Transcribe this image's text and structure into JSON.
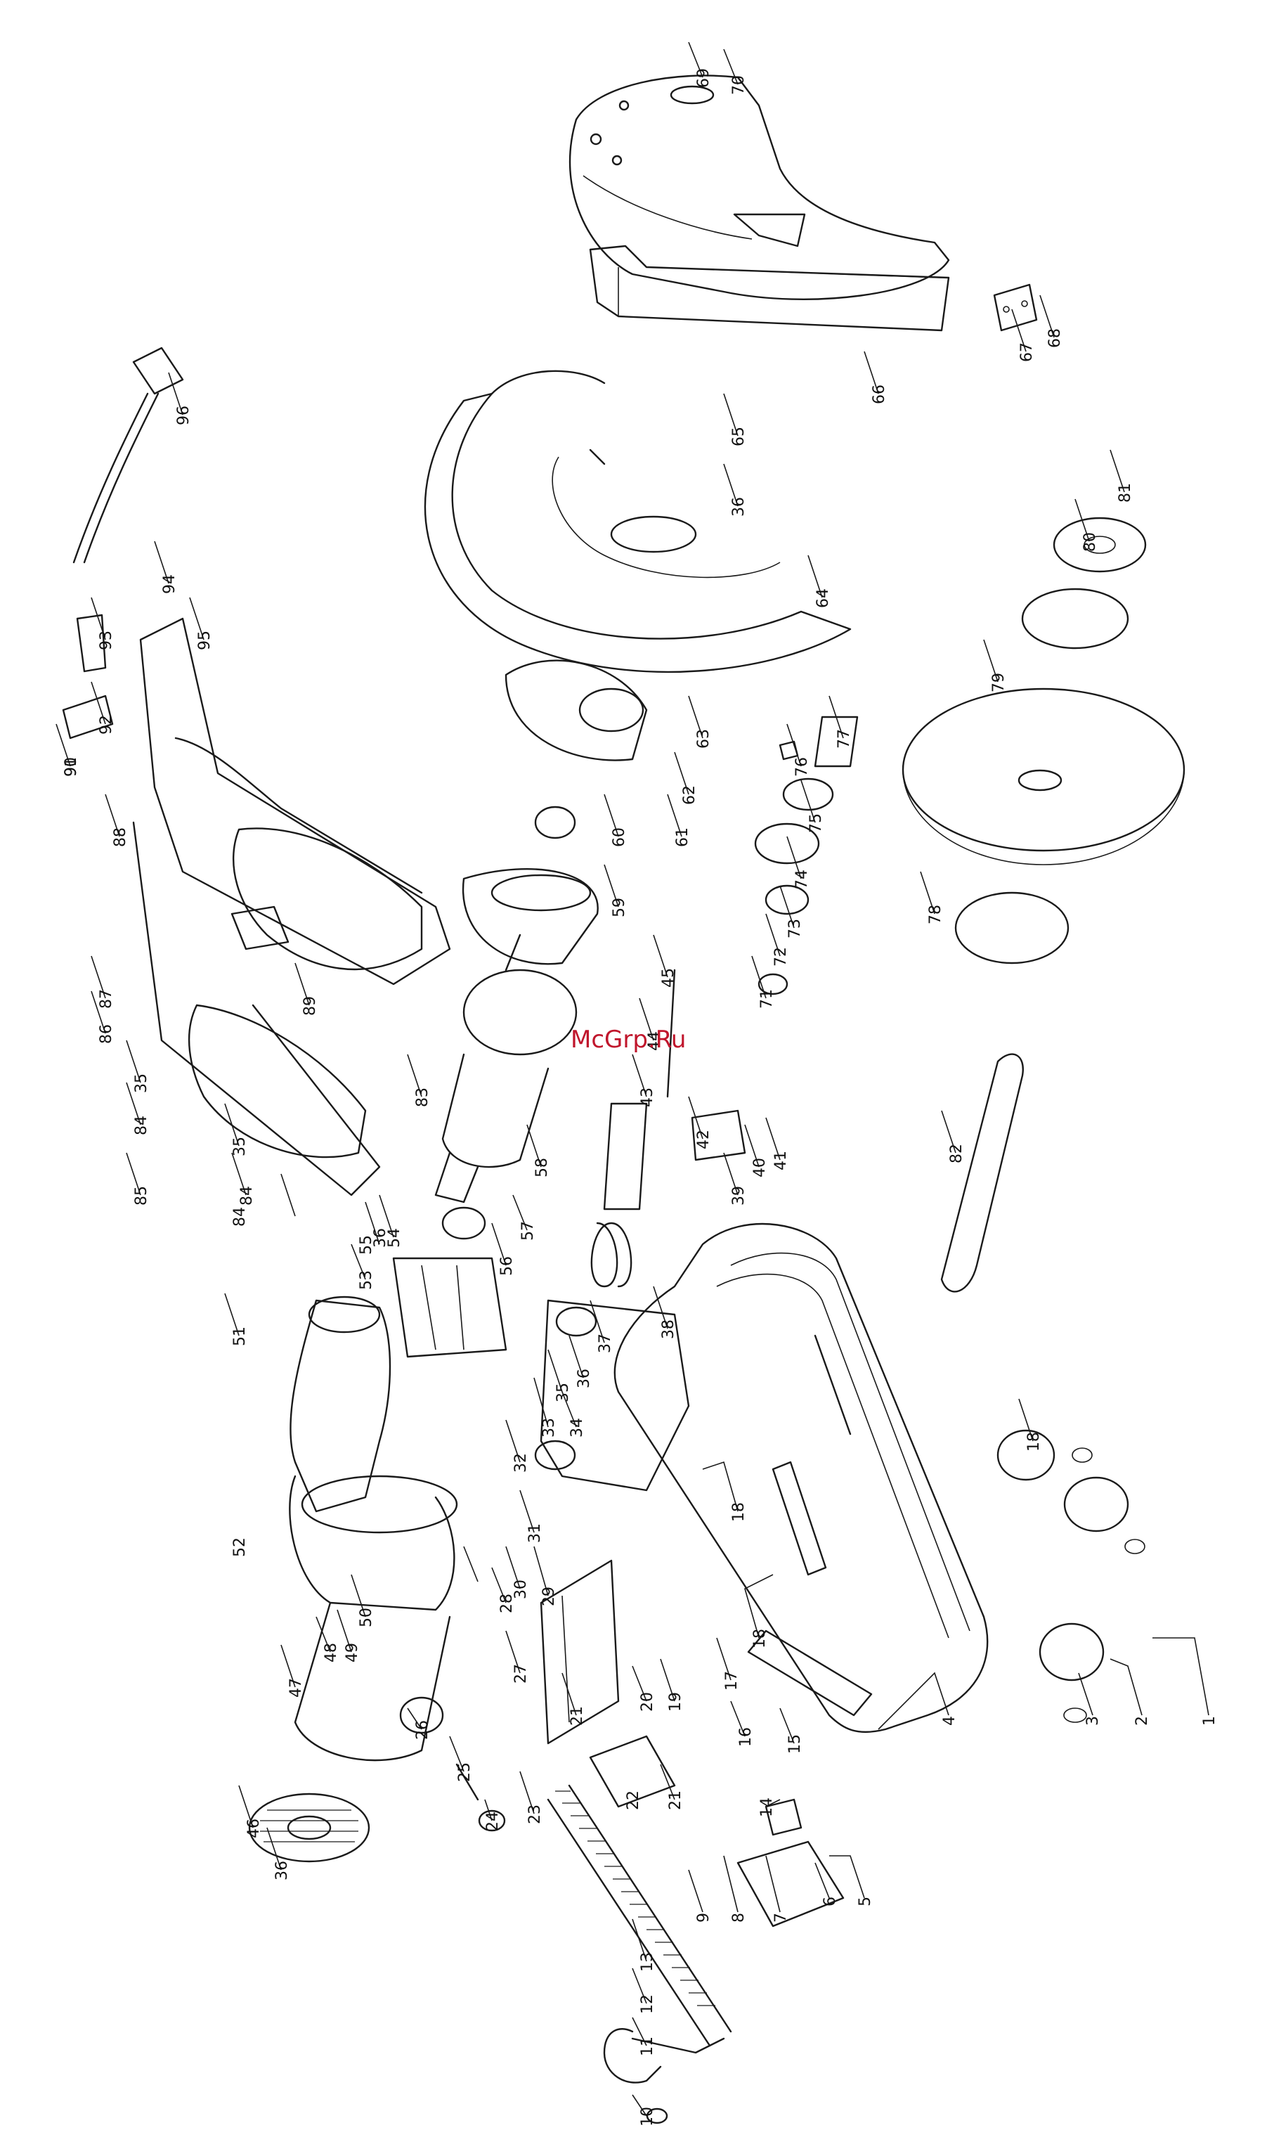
{
  "watermark": {
    "text": "McGrp.Ru",
    "color": "#c0162c"
  },
  "line_color": "#1a1a1a",
  "callouts": [
    {
      "id": "c1",
      "label": "1"
    },
    {
      "id": "c2",
      "label": "2"
    },
    {
      "id": "c3",
      "label": "3"
    },
    {
      "id": "c4",
      "label": "4"
    },
    {
      "id": "c5",
      "label": "5"
    },
    {
      "id": "c6",
      "label": "6"
    },
    {
      "id": "c7",
      "label": "7"
    },
    {
      "id": "c8",
      "label": "8"
    },
    {
      "id": "c9",
      "label": "9"
    },
    {
      "id": "c10",
      "label": "10"
    },
    {
      "id": "c11",
      "label": "11"
    },
    {
      "id": "c12",
      "label": "12"
    },
    {
      "id": "c13",
      "label": "13"
    },
    {
      "id": "c14",
      "label": "14"
    },
    {
      "id": "c15",
      "label": "15"
    },
    {
      "id": "c16",
      "label": "16"
    },
    {
      "id": "c17",
      "label": "17"
    },
    {
      "id": "c18a",
      "label": "18"
    },
    {
      "id": "c18b",
      "label": "18"
    },
    {
      "id": "c18c",
      "label": "18"
    },
    {
      "id": "c19",
      "label": "19"
    },
    {
      "id": "c20",
      "label": "20"
    },
    {
      "id": "c21a",
      "label": "21"
    },
    {
      "id": "c21b",
      "label": "21"
    },
    {
      "id": "c22",
      "label": "22"
    },
    {
      "id": "c23",
      "label": "23"
    },
    {
      "id": "c24",
      "label": "24"
    },
    {
      "id": "c25",
      "label": "25"
    },
    {
      "id": "c26",
      "label": "26"
    },
    {
      "id": "c27",
      "label": "27"
    },
    {
      "id": "c28",
      "label": "28"
    },
    {
      "id": "c29",
      "label": "29"
    },
    {
      "id": "c30",
      "label": "30"
    },
    {
      "id": "c31",
      "label": "31"
    },
    {
      "id": "c32",
      "label": "32"
    },
    {
      "id": "c33",
      "label": "33"
    },
    {
      "id": "c34",
      "label": "34"
    },
    {
      "id": "c35a",
      "label": "35"
    },
    {
      "id": "c35b",
      "label": "35"
    },
    {
      "id": "c35c",
      "label": "35"
    },
    {
      "id": "c36a",
      "label": "36"
    },
    {
      "id": "c36b",
      "label": "36"
    },
    {
      "id": "c36c",
      "label": "36"
    },
    {
      "id": "c36d",
      "label": "36"
    },
    {
      "id": "c37",
      "label": "37"
    },
    {
      "id": "c38",
      "label": "38"
    },
    {
      "id": "c39",
      "label": "39"
    },
    {
      "id": "c40",
      "label": "40"
    },
    {
      "id": "c41",
      "label": "41"
    },
    {
      "id": "c42",
      "label": "42"
    },
    {
      "id": "c43",
      "label": "43"
    },
    {
      "id": "c44",
      "label": "44"
    },
    {
      "id": "c45",
      "label": "45"
    },
    {
      "id": "c46",
      "label": "46"
    },
    {
      "id": "c47",
      "label": "47"
    },
    {
      "id": "c48",
      "label": "48"
    },
    {
      "id": "c49",
      "label": "49"
    },
    {
      "id": "c50",
      "label": "50"
    },
    {
      "id": "c51",
      "label": "51"
    },
    {
      "id": "c52",
      "label": "52"
    },
    {
      "id": "c53",
      "label": "53"
    },
    {
      "id": "c54",
      "label": "54"
    },
    {
      "id": "c55",
      "label": "55"
    },
    {
      "id": "c56",
      "label": "56"
    },
    {
      "id": "c57",
      "label": "57"
    },
    {
      "id": "c58",
      "label": "58"
    },
    {
      "id": "c59",
      "label": "59"
    },
    {
      "id": "c60",
      "label": "60"
    },
    {
      "id": "c61",
      "label": "61"
    },
    {
      "id": "c62",
      "label": "62"
    },
    {
      "id": "c63",
      "label": "63"
    },
    {
      "id": "c64",
      "label": "64"
    },
    {
      "id": "c65",
      "label": "65"
    },
    {
      "id": "c66",
      "label": "66"
    },
    {
      "id": "c67",
      "label": "67"
    },
    {
      "id": "c68",
      "label": "68"
    },
    {
      "id": "c69",
      "label": "69"
    },
    {
      "id": "c70",
      "label": "70"
    },
    {
      "id": "c71",
      "label": "71"
    },
    {
      "id": "c72",
      "label": "72"
    },
    {
      "id": "c73",
      "label": "73"
    },
    {
      "id": "c74",
      "label": "74"
    },
    {
      "id": "c75",
      "label": "75"
    },
    {
      "id": "c76",
      "label": "76"
    },
    {
      "id": "c77",
      "label": "77"
    },
    {
      "id": "c78",
      "label": "78"
    },
    {
      "id": "c79",
      "label": "79"
    },
    {
      "id": "c80",
      "label": "80"
    },
    {
      "id": "c81",
      "label": "81"
    },
    {
      "id": "c82",
      "label": "82"
    },
    {
      "id": "c83",
      "label": "83"
    },
    {
      "id": "c84a",
      "label": "84"
    },
    {
      "id": "c84b",
      "label": "84"
    },
    {
      "id": "c84c",
      "label": "84"
    },
    {
      "id": "c85",
      "label": "85"
    },
    {
      "id": "c86",
      "label": "86"
    },
    {
      "id": "c87",
      "label": "87"
    },
    {
      "id": "c88",
      "label": "88"
    },
    {
      "id": "c89",
      "label": "89"
    },
    {
      "id": "c90",
      "label": "90"
    },
    {
      "id": "c91",
      "label": "91"
    },
    {
      "id": "c92",
      "label": "92"
    },
    {
      "id": "c93",
      "label": "93"
    },
    {
      "id": "c94",
      "label": "94"
    },
    {
      "id": "c95",
      "label": "95"
    },
    {
      "id": "c96",
      "label": "96"
    }
  ]
}
